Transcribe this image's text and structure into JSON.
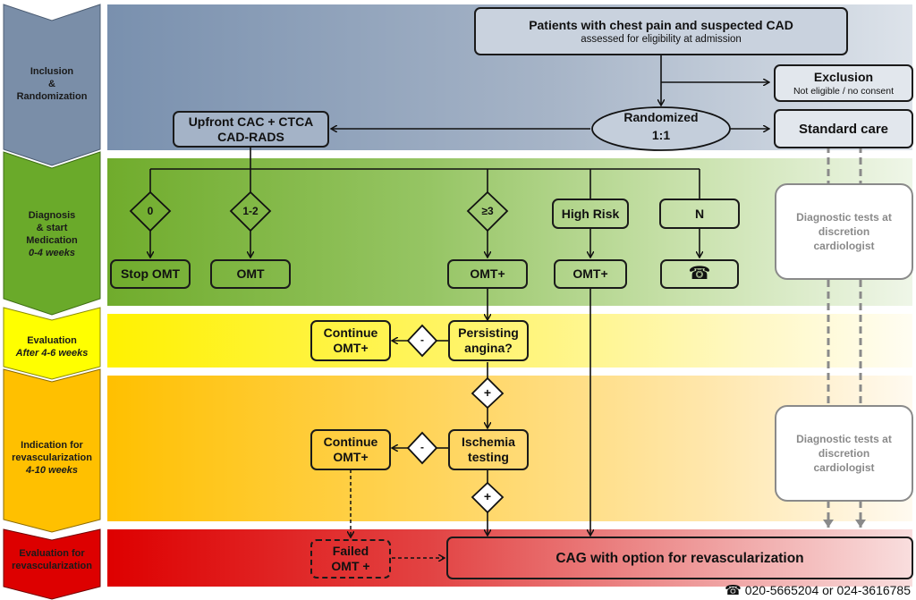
{
  "phases": [
    {
      "title": "Inclusion",
      "line2": "&",
      "line3": "Randomization",
      "subtitle": "",
      "color": "#7a8ea8"
    },
    {
      "title": "Diagnosis",
      "line2": "& start",
      "line3": "Medication",
      "subtitle": "0-4 weeks",
      "color": "#6aaa2a"
    },
    {
      "title": "Evaluation",
      "line2": "",
      "line3": "",
      "subtitle": "After 4-6 weeks",
      "color": "#ffff00"
    },
    {
      "title": "Indication for",
      "line2": "revascularization",
      "line3": "",
      "subtitle": "4-10 weeks",
      "color": "#ffc000"
    },
    {
      "title": "Evaluation for",
      "line2": "revascularization",
      "line3": "",
      "subtitle": "",
      "color": "#dd0000"
    }
  ],
  "nodes": {
    "patients": {
      "title": "Patients with chest pain and suspected CAD",
      "subtitle": "assessed for eligibility at admission"
    },
    "exclusion": {
      "title": "Exclusion",
      "subtitle": "Not eligible / no consent"
    },
    "randomized": {
      "line1": "Randomized",
      "line2": "1:1"
    },
    "standard_care": {
      "label": "Standard care"
    },
    "upfront": {
      "line1": "Upfront CAC + CTCA",
      "line2": "CAD-RADS"
    },
    "cadrads_0": {
      "label": "0"
    },
    "cadrads_1_2": {
      "label": "1-2"
    },
    "cadrads_3": {
      "label": "≥3"
    },
    "high_risk": {
      "label": "High Risk"
    },
    "n": {
      "label": "N"
    },
    "stop_omt": {
      "label": "Stop OMT"
    },
    "omt": {
      "label": "OMT"
    },
    "omt_plus_1": {
      "label": "OMT+"
    },
    "omt_plus_2": {
      "label": "OMT+"
    },
    "phone_box": {
      "icon": "☎"
    },
    "diag_tests_1": {
      "line1": "Diagnostic tests at",
      "line2": "discretion",
      "line3": "cardiologist"
    },
    "diag_tests_2": {
      "line1": "Diagnostic tests at",
      "line2": "discretion",
      "line3": "cardiologist"
    },
    "persisting": {
      "line1": "Persisting",
      "line2": "angina?"
    },
    "continue_1": {
      "line1": "Continue",
      "line2": "OMT+"
    },
    "ischemia": {
      "line1": "Ischemia",
      "line2": "testing"
    },
    "continue_2": {
      "line1": "Continue",
      "line2": "OMT+"
    },
    "minus_1": {
      "label": "-"
    },
    "minus_2": {
      "label": "-"
    },
    "plus_1": {
      "label": "+"
    },
    "plus_2": {
      "label": "+"
    },
    "failed": {
      "line1": "Failed",
      "line2": "OMT +"
    },
    "cag": {
      "label": "CAG with option for revascularization"
    }
  },
  "footer": {
    "phone_icon": "☎",
    "text": "020-5665204 or 024-3616785"
  }
}
